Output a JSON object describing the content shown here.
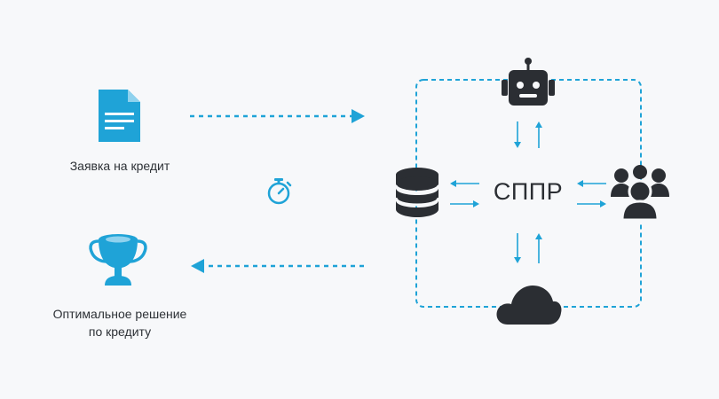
{
  "labels": {
    "credit_request": "Заявка на кредит",
    "optimal_decision_line1": "Оптимальное решение",
    "optimal_decision_line2": "по кредиту",
    "center": "СППР"
  },
  "icons": {
    "document": "document-icon",
    "stopwatch": "stopwatch-icon",
    "trophy": "trophy-icon",
    "database": "database-icon",
    "robot": "robot-icon",
    "people": "people-group-icon",
    "cloud": "cloud-icon"
  },
  "colors": {
    "accent": "#1fa3d7",
    "dark": "#2b2e33",
    "background": "#f7f8fa"
  }
}
